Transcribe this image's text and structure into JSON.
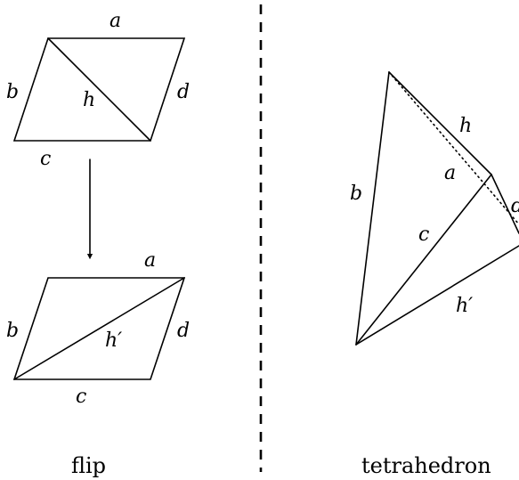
{
  "flip": {
    "top_quad": {
      "edges": {
        "a": "a",
        "b": "b",
        "c": "c",
        "d": "d"
      },
      "diagonal": "h"
    },
    "bottom_quad": {
      "edges": {
        "a": "a",
        "b": "b",
        "c": "c",
        "d": "d"
      },
      "diagonal": "h′"
    },
    "caption": "flip"
  },
  "tetrahedron": {
    "edges": {
      "h": "h",
      "a": "a",
      "b": "b",
      "c": "c",
      "d": "d",
      "h_prime": "h′"
    },
    "caption": "tetrahedron"
  }
}
